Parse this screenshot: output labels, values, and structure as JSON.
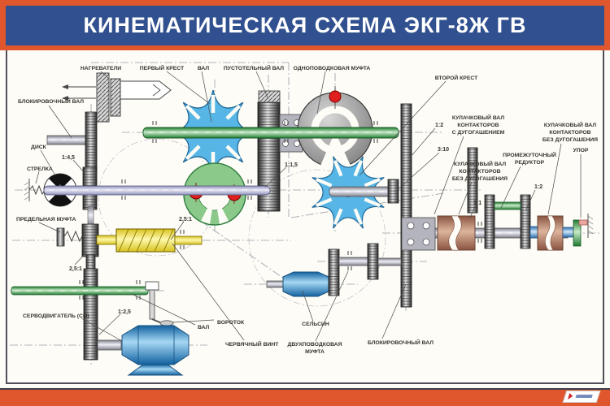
{
  "title": "КИНЕМАТИЧЕСКАЯ СХЕМА ЭКГ-8Ж ГВ",
  "colors": {
    "frame_orange": "#e0572e",
    "banner_blue": "#31508f",
    "cross_blue": "#58b6e6",
    "shaft_green": "#3f9e4f",
    "worm_yellow": "#f2dd3a",
    "drum_brown": "#b5826c",
    "motor_blue": "#2a86c8",
    "marker_red": "#e01f1f"
  },
  "labels": {
    "top": {
      "heaters": "НАГРЕВАТЕЛИ",
      "first_cross": "ПЕРВЫЙ КРЕСТ",
      "shaft": "ВАЛ",
      "hollow_shaft": "ПУСТОТЕЛЬНЫЙ ВАЛ",
      "single_pin_clutch": "ОДНОПОВОДКОВАЯ МУФТА",
      "second_cross": "ВТОРОЙ КРЕСТ"
    },
    "left": {
      "blocking_shaft": "БЛОКИРОВОЧНЫЙ ВАЛ",
      "disk": "ДИСК",
      "pointer": "СТРЕЛКА",
      "limit_clutch": "ПРЕДЕЛЬНАЯ МУФТА",
      "servomotor": "СЕРВОДВИГАТЕЛЬ (СМ)"
    },
    "bottom": {
      "handle": "ВОРОТОК",
      "shaft": "ВАЛ",
      "worm_screw": "ЧЕРВЯЧНЫЙ ВИНТ",
      "two_pin_clutch_line1": "ДВУХПОВОДКОВАЯ",
      "two_pin_clutch_line2": "МУФТА",
      "selsyn": "СЕЛЬСИН",
      "blocking_shaft": "БЛОКИРОВОЧНЫЙ ВАЛ"
    },
    "right": {
      "cam_shaft_line1": "КУЛАЧКОВЫЙ ВАЛ",
      "cam_shaft_line2": "КОНТАКТОРОВ",
      "with_arc_suppression": "С ДУГОГАШЕНИЕМ",
      "without_arc_suppression": "БЕЗ ДУГОГАШЕНИЯ",
      "reducer_line1": "ПРОМЕЖУТОЧНЫЙ",
      "reducer_line2": "РЕДУКТОР",
      "stop": "УПОР"
    },
    "ratios": {
      "r145": "1:4,5",
      "r251": "2,5:1",
      "r125": "1:2,5",
      "r115": "1:1,5",
      "r12": "1:2",
      "r310": "3:10",
      "r11": "1:1"
    }
  }
}
